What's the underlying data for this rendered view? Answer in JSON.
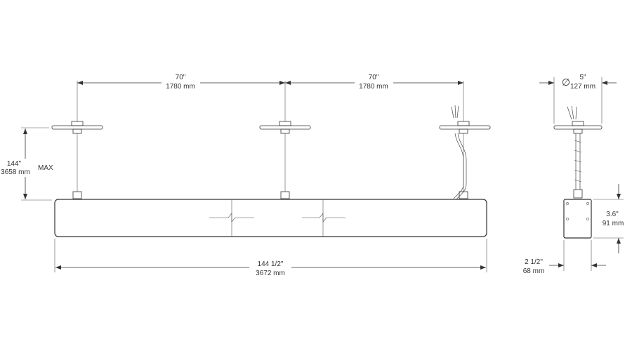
{
  "dimensions": {
    "span_left": {
      "imperial": "70\"",
      "metric": "1780 mm"
    },
    "span_right": {
      "imperial": "70\"",
      "metric": "1780 mm"
    },
    "drop": {
      "imperial": "144\"",
      "metric": "3658 mm",
      "qualifier": "MAX"
    },
    "length": {
      "imperial": "144 1/2\"",
      "metric": "3672 mm"
    },
    "canopy_diameter": {
      "symbol": "∅",
      "imperial": "5\"",
      "metric": "127 mm"
    },
    "height": {
      "imperial": "3.6\"",
      "metric": "91 mm"
    },
    "width": {
      "imperial": "2 1/2\"",
      "metric": "68 mm"
    }
  },
  "colors": {
    "line": "#333333",
    "background": "#ffffff"
  }
}
